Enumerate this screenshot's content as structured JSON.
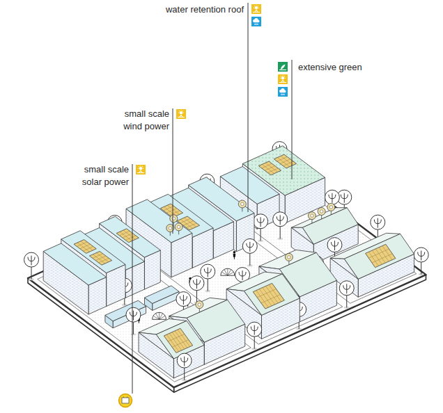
{
  "diagram": {
    "labels": [
      "water retention roof",
      "extensive green",
      "small scale wind power",
      "small scale solar power"
    ]
  }
}
